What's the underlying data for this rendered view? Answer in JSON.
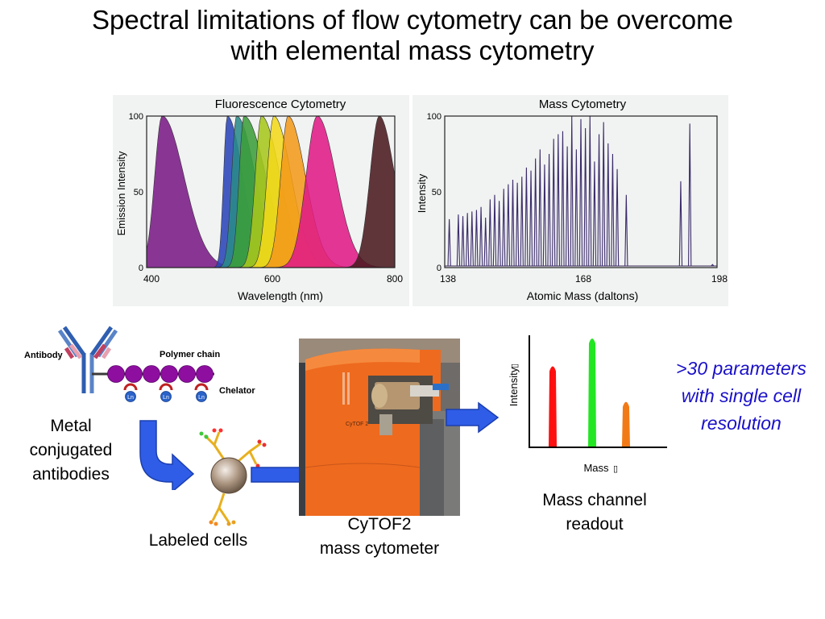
{
  "title_line1": "Spectral limitations of flow cytometry can be overcome",
  "title_line2": "with elemental mass cytometry",
  "fluor": {
    "title": "Fluorescence Cytometry",
    "ylabel": "Emission Intensity",
    "xlabel": "Wavelength (nm)",
    "yticks": [
      "100",
      "50",
      "0"
    ],
    "xticks": [
      "400",
      "600",
      "800"
    ]
  },
  "mass": {
    "title": "Mass Cytometry",
    "ylabel": "Intensity",
    "xlabel": "Atomic Mass (daltons)",
    "yticks": [
      "100",
      "50",
      "0"
    ],
    "xticks": [
      "138",
      "168",
      "198"
    ]
  },
  "antibody": {
    "antibody_label": "Antibody",
    "polymer_label": "Polymer chain",
    "chelator_label": "Chelator",
    "ln_label": "Ln",
    "caption": [
      "Metal",
      "conjugated",
      "antibodies"
    ]
  },
  "labeled_cells_caption": "Labeled cells",
  "cytof": {
    "caption_line1": "CyTOF2",
    "caption_line2": "mass cytometer",
    "device_text": "CyTOF 2"
  },
  "readout": {
    "ylabel": "Intensity",
    "xlabel": "Mass",
    "caption_line1": "Mass channel",
    "caption_line2": "readout"
  },
  "note": [
    ">30 parameters",
    "with single cell",
    "resolution"
  ],
  "colors": {
    "arrow": "#2f5de8",
    "note": "#1a10c8",
    "device": "#ee6a1e"
  },
  "chart_data": [
    {
      "type": "area",
      "title": "Fluorescence Cytometry",
      "xlabel": "Wavelength (nm)",
      "ylabel": "Emission Intensity",
      "xlim": [
        400,
        800
      ],
      "ylim": [
        0,
        100
      ],
      "series": [
        {
          "peak": 425,
          "width_left": 12,
          "width_right": 35,
          "color": "#7a1a86"
        },
        {
          "peak": 530,
          "width_left": 6,
          "width_right": 25,
          "color": "#2a46b8"
        },
        {
          "peak": 545,
          "width_left": 8,
          "width_right": 30,
          "color": "#2a8a8a"
        },
        {
          "peak": 557,
          "width_left": 8,
          "width_right": 35,
          "color": "#3c9e3a"
        },
        {
          "peak": 585,
          "width_left": 10,
          "width_right": 30,
          "color": "#a6c61c"
        },
        {
          "peak": 605,
          "width_left": 11,
          "width_right": 28,
          "color": "#f2d81a"
        },
        {
          "peak": 628,
          "width_left": 12,
          "width_right": 28,
          "color": "#f29a1a"
        },
        {
          "peak": 675,
          "width_left": 18,
          "width_right": 30,
          "color": "#e01a86"
        },
        {
          "peak": 775,
          "width_left": 15,
          "width_right": 25,
          "color": "#4a1a20"
        }
      ],
      "peak_values": [
        100,
        100,
        100,
        100,
        100,
        100,
        100,
        100,
        100
      ]
    },
    {
      "type": "line",
      "title": "Mass Cytometry",
      "xlabel": "Atomic Mass (daltons)",
      "ylabel": "Intensity",
      "xlim": [
        138,
        198
      ],
      "ylim": [
        0,
        100
      ],
      "x": [
        139,
        141,
        142,
        143,
        144,
        145,
        146,
        147,
        148,
        149,
        150,
        151,
        152,
        153,
        154,
        155,
        156,
        157,
        158,
        159,
        160,
        161,
        162,
        163,
        164,
        165,
        166,
        167,
        168,
        169,
        170,
        171,
        172,
        173,
        174,
        175,
        176,
        178,
        190,
        192,
        197
      ],
      "y": [
        32,
        35,
        34,
        36,
        37,
        38,
        40,
        33,
        45,
        48,
        44,
        52,
        55,
        58,
        56,
        60,
        66,
        64,
        72,
        78,
        68,
        75,
        85,
        88,
        90,
        80,
        100,
        78,
        98,
        92,
        100,
        70,
        88,
        96,
        82,
        75,
        65,
        48,
        57,
        95,
        2
      ]
    },
    {
      "type": "bar",
      "title": "",
      "xlabel": "Mass",
      "ylabel": "Intensity",
      "series": [
        {
          "color": "#ff1010",
          "value": 75
        },
        {
          "color": "#22e622",
          "value": 100
        },
        {
          "color": "#f27a16",
          "value": 43
        }
      ]
    }
  ]
}
